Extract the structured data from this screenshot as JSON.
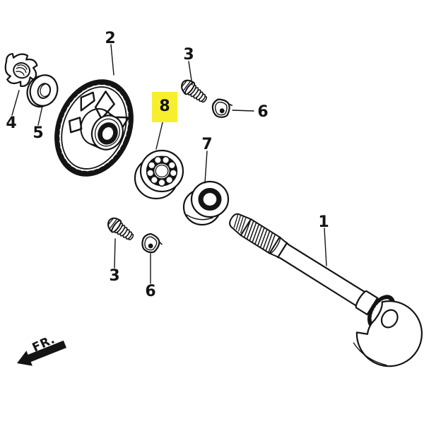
{
  "palette": {
    "background": "#ffffff",
    "ink": "#141414",
    "highlight": "#f7ef2d"
  },
  "callouts": [
    {
      "label": "1",
      "highlighted": false
    },
    {
      "label": "2",
      "highlighted": false
    },
    {
      "label": "3",
      "highlighted": false
    },
    {
      "label": "4",
      "highlighted": false
    },
    {
      "label": "5",
      "highlighted": false
    },
    {
      "label": "6",
      "highlighted": false
    },
    {
      "label": "7",
      "highlighted": false
    },
    {
      "label": "8",
      "highlighted": true
    },
    {
      "label": "3",
      "highlighted": false
    },
    {
      "label": "6",
      "highlighted": false
    }
  ],
  "direction_indicator": {
    "label": "FR."
  }
}
